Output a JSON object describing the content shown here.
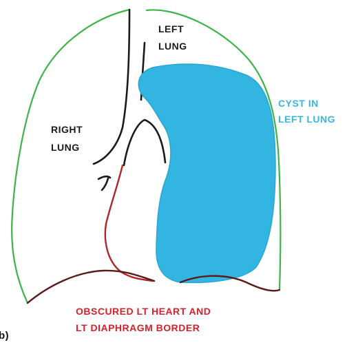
{
  "labels": {
    "left_lung": [
      "LEFT",
      "LUNG"
    ],
    "right_lung": [
      "RIGHT",
      "LUNG"
    ],
    "cyst": [
      "CYST IN",
      "LEFT LUNG"
    ],
    "obscured": [
      "OBSCURED LT HEART AND",
      "LT DIAPHRAGM BORDER"
    ],
    "panel": "b)"
  },
  "colors": {
    "lung_outline": "#3db449",
    "cyst_fill": "#33b5e1",
    "label_dark": "#1a1a1a",
    "cyst_label": "#38b6e0",
    "obscured_label": "#d2232a",
    "diaphragm": "#5a1a1a"
  }
}
